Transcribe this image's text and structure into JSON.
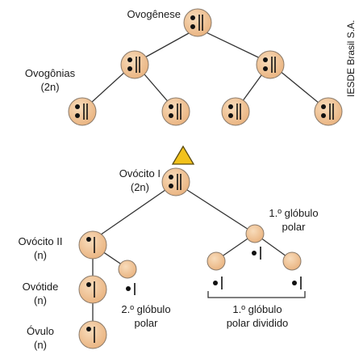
{
  "title": "Ovogênese",
  "credit": "IESDE Brasil S.A.",
  "labels": {
    "ovogonias_line1": "Ovogônias",
    "ovogonias_line2": "(2n)",
    "ovocito1_line1": "Ovócito I",
    "ovocito1_line2": "(2n)",
    "ovocito2_line1": "Ovócito II",
    "ovocito2_line2": "(n)",
    "ovotide_line1": "Ovótide",
    "ovotide_line2": "(n)",
    "ovulo_line1": "Óvulo",
    "ovulo_line2": "(n)",
    "primeiro_globulo_line1": "1.º glóbulo",
    "primeiro_globulo_line2": "polar",
    "segundo_globulo_line1": "2.º glóbulo",
    "segundo_globulo_line2": "polar",
    "primeiro_dividido_line1": "1.º glóbulo",
    "primeiro_dividido_line2": "polar dividido"
  },
  "colors": {
    "cell_fill": "#f2c79a",
    "cell_stroke": "#8a7a6a",
    "line": "#333333",
    "arrow_fill": "#f2c21b",
    "arrow_stroke": "#5a4a10",
    "chromosome": "#111111"
  }
}
